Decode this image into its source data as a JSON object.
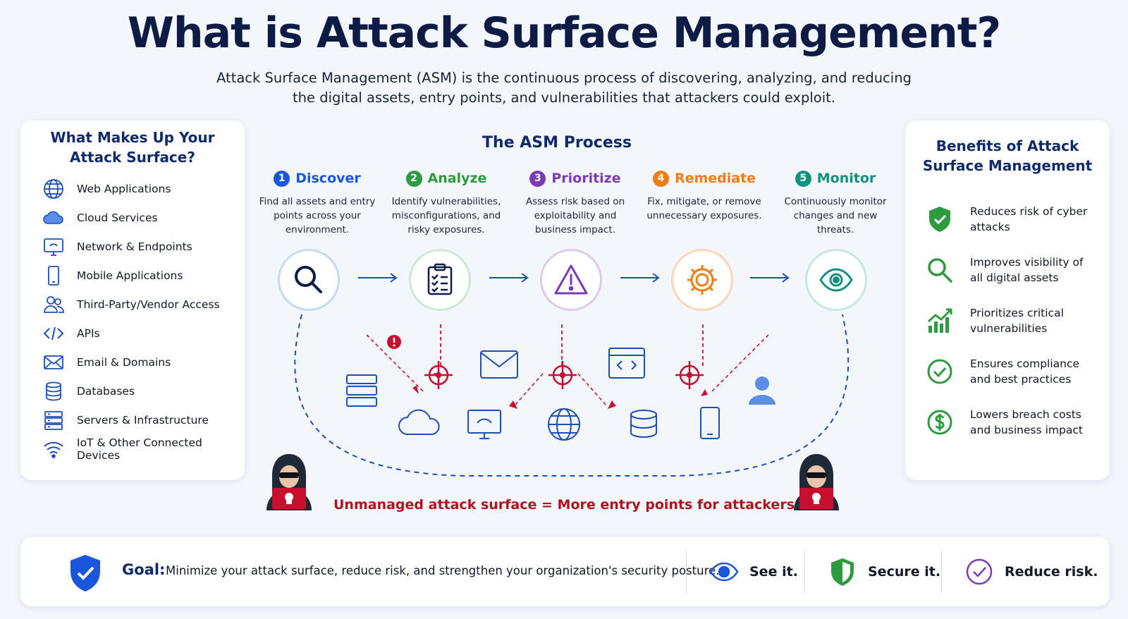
{
  "title": "What is Attack Surface Management?",
  "subtitle": "Attack Surface Management (ASM) is the continuous process of discovering, analyzing, and reducing the digital assets, entry points, and vulnerabilities that attackers could exploit.",
  "surface": {
    "title": "What Makes Up Your Attack Surface?",
    "items": [
      {
        "label": "Web Applications",
        "icon": "globe-icon"
      },
      {
        "label": "Cloud Services",
        "icon": "cloud-icon"
      },
      {
        "label": "Network & Endpoints",
        "icon": "monitor-icon"
      },
      {
        "label": "Mobile Applications",
        "icon": "mobile-icon"
      },
      {
        "label": "Third-Party/Vendor Access",
        "icon": "users-icon"
      },
      {
        "label": "APIs",
        "icon": "code-icon"
      },
      {
        "label": "Email & Domains",
        "icon": "mail-icon"
      },
      {
        "label": "Databases",
        "icon": "database-icon"
      },
      {
        "label": "Servers & Infrastructure",
        "icon": "server-icon"
      },
      {
        "label": "IoT & Other Connected Devices",
        "icon": "wifi-icon"
      }
    ]
  },
  "process": {
    "title": "The ASM Process",
    "steps": [
      {
        "num": "1",
        "name": "Discover",
        "desc": "Find all assets and entry points across your environment.",
        "color": "#1a56db",
        "icon": "magnifier-icon"
      },
      {
        "num": "2",
        "name": "Analyze",
        "desc": "Identify vulnerabilities, misconfigurations, and risky exposures.",
        "color": "#2e9b3f",
        "icon": "clipboard-icon"
      },
      {
        "num": "3",
        "name": "Prioritize",
        "desc": "Assess risk based on exploitability and business impact.",
        "color": "#7a3bb5",
        "icon": "warning-icon"
      },
      {
        "num": "4",
        "name": "Remediate",
        "desc": "Fix, mitigate, or remove unnecessary exposures.",
        "color": "#f07c16",
        "icon": "gear-icon"
      },
      {
        "num": "5",
        "name": "Monitor",
        "desc": "Continuously monitor changes and new threats.",
        "color": "#14907e",
        "icon": "eye-icon"
      }
    ],
    "caption": "Unmanaged attack surface = More entry points for attackers"
  },
  "benefits": {
    "title": "Benefits of Attack Surface Management",
    "items": [
      {
        "label": "Reduces risk of cyber attacks",
        "icon": "shield-check-icon"
      },
      {
        "label": "Improves visibility of all digital assets",
        "icon": "search-icon"
      },
      {
        "label": "Prioritizes critical vulnerabilities",
        "icon": "chart-up-icon"
      },
      {
        "label": "Ensures compliance and best practices",
        "icon": "check-circle-icon"
      },
      {
        "label": "Lowers breach costs and business impact",
        "icon": "dollar-icon"
      }
    ]
  },
  "goal": {
    "label": "Goal:",
    "text": "Minimize your attack surface, reduce risk, and strengthen your organization's security posture.",
    "pills": [
      {
        "label": "See it.",
        "icon": "eye-icon"
      },
      {
        "label": "Secure it.",
        "icon": "shield-icon"
      },
      {
        "label": "Reduce risk.",
        "icon": "check-circle-icon"
      }
    ]
  },
  "colors": {
    "navy": "#102a6b",
    "blue": "#1a56db",
    "red": "#c8102e",
    "green": "#2e9b3f"
  }
}
